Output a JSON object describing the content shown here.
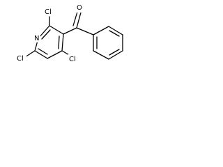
{
  "structure": {
    "rings": [
      "pyridine",
      "benzene"
    ],
    "atom_labels": {
      "cl_2": "Cl",
      "nitrogen": "N",
      "oxygen": "O",
      "cl_6": "Cl",
      "cl_4": "Cl"
    }
  },
  "colors": {
    "bond": "#000000",
    "label": "#000000",
    "background": "#ffffff"
  }
}
